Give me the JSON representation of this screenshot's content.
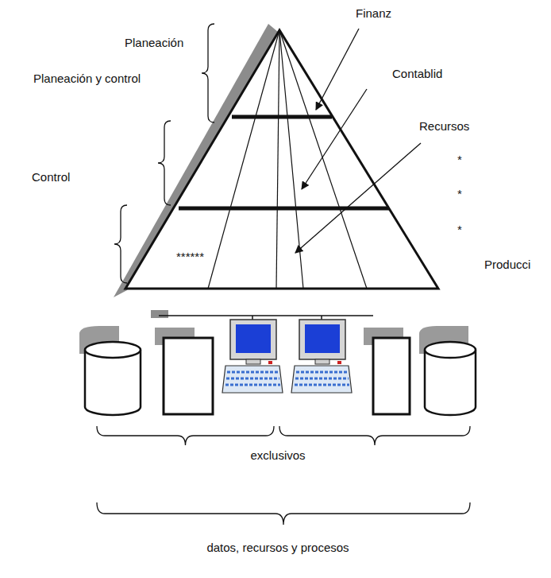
{
  "diagram": {
    "labels": [
      "Planeación",
      "Planeación y control",
      "Control",
      "Finanz",
      "Contablid",
      "Recursos",
      "*",
      "*",
      "*",
      "Producci",
      "******",
      "exclusivos",
      "datos, recursos y procesos"
    ]
  }
}
